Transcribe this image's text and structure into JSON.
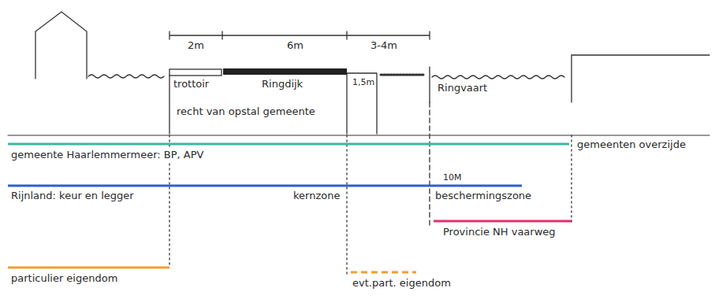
{
  "diagram": {
    "labels": [
      "2m",
      "6m",
      "3-4m",
      "trottoir",
      "Ringdijk",
      "1,5m",
      "Ringvaart",
      "recht van opstal gemeente",
      "gemeente Haarlemmermeer: BP, APV",
      "gemeenten overzijde",
      "10M",
      "Rijnland: keur en legger",
      "kernzone",
      "beschermingszone",
      "Provincie NH vaarweg",
      "particulier eigendom",
      "evt.part. eigendom"
    ]
  }
}
